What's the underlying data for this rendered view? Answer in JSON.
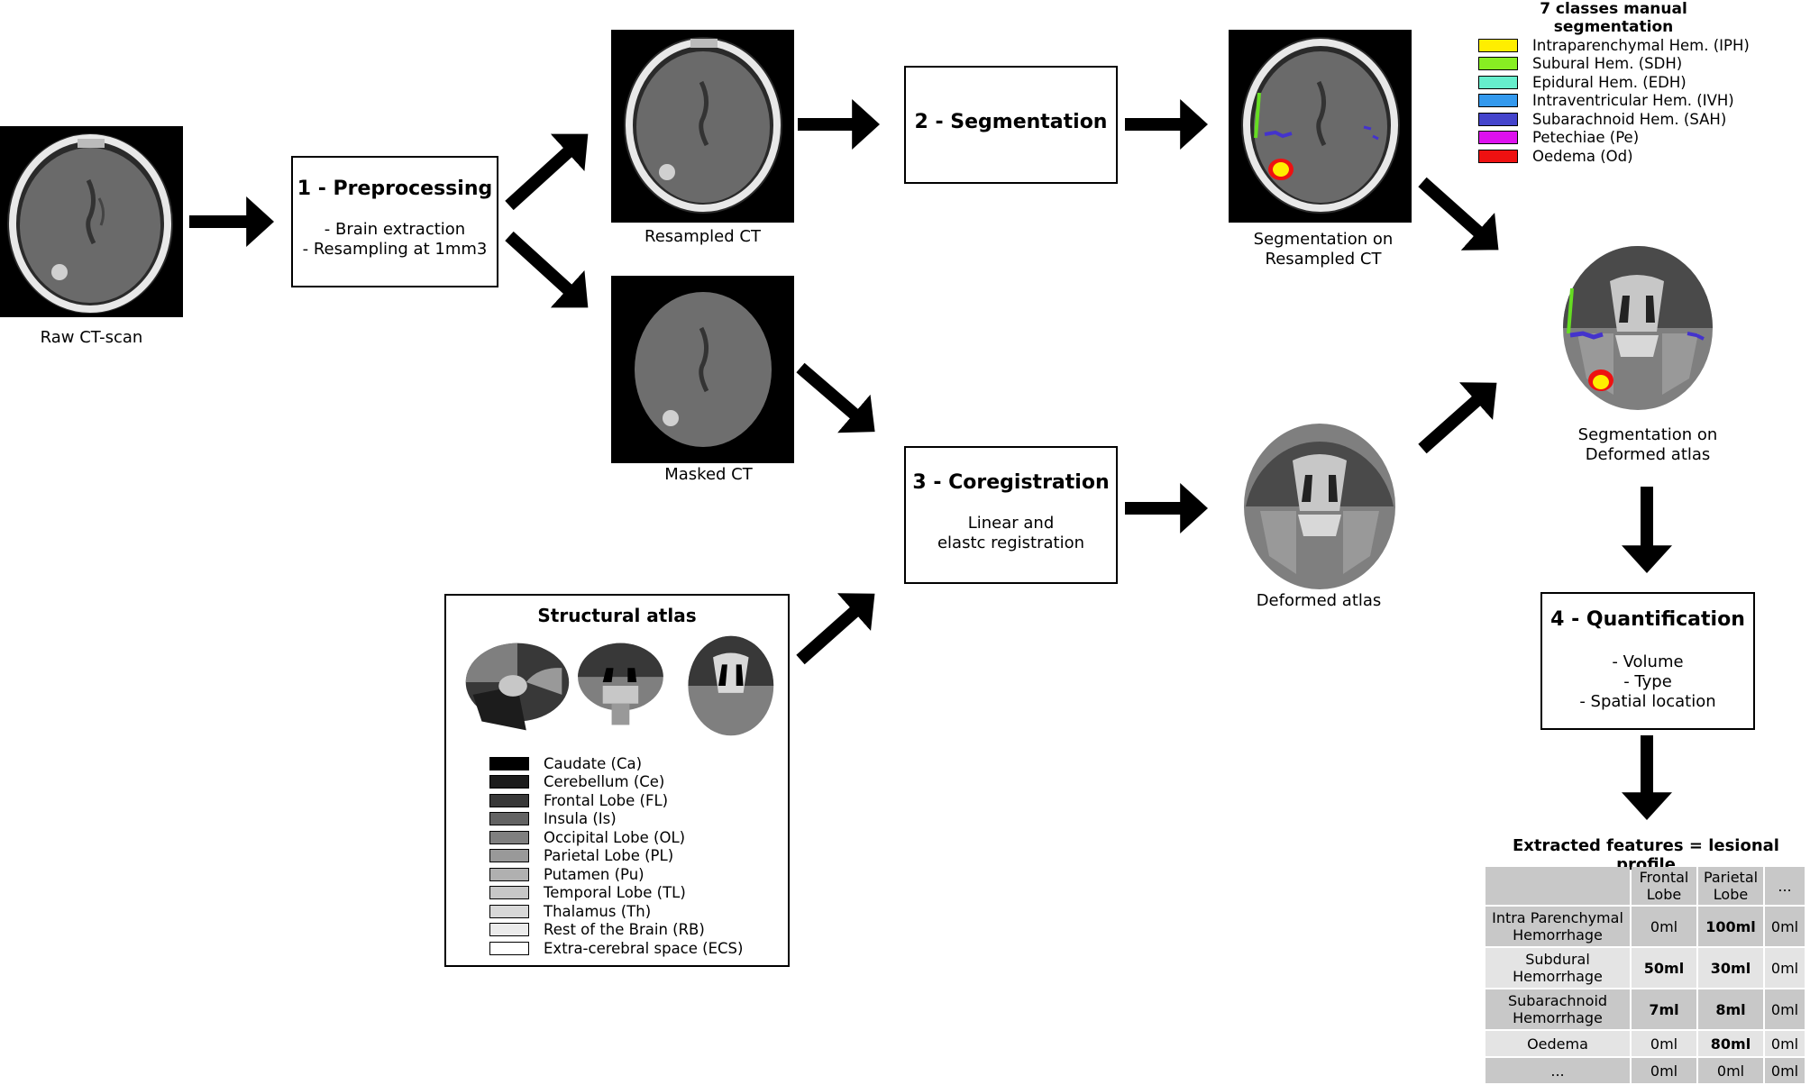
{
  "captions": {
    "raw": "Raw CT-scan",
    "resampled": "Resampled CT",
    "masked": "Masked CT",
    "seg_resampled": [
      "Segmentation on",
      "Resampled CT"
    ],
    "deformed": "Deformed atlas",
    "seg_deformed": [
      "Segmentation on",
      "Deformed atlas"
    ]
  },
  "steps": {
    "preprocessing": {
      "title": "1 - Preprocessing",
      "lines": [
        "- Brain extraction",
        "- Resampling at 1mm3"
      ]
    },
    "segmentation": {
      "title": "2 - Segmentation"
    },
    "coregistration": {
      "title": "3 - Coregistration",
      "lines": [
        "Linear and",
        "elastc registration"
      ]
    },
    "quantification": {
      "title": "4 - Quantification",
      "lines": [
        "- Volume",
        "- Type",
        "- Spatial location"
      ]
    }
  },
  "seg_legend": {
    "title": "7 classes manual segmentation",
    "items": [
      {
        "label": "Intraparenchymal Hem. (IPH)",
        "color": "#ffee00"
      },
      {
        "label": "Subural Hem. (SDH)",
        "color": "#88ee22"
      },
      {
        "label": "Epidural Hem. (EDH)",
        "color": "#66eecc"
      },
      {
        "label": "Intraventricular Hem. (IVH)",
        "color": "#3399ee"
      },
      {
        "label": "Subarachnoid Hem. (SAH)",
        "color": "#4444cc"
      },
      {
        "label": "Petechiae (Pe)",
        "color": "#dd11ee"
      },
      {
        "label": "Oedema (Od)",
        "color": "#ee1111"
      }
    ]
  },
  "atlas": {
    "title": "Structural atlas",
    "items": [
      {
        "label": "Caudate (Ca)",
        "color": "#000000"
      },
      {
        "label": "Cerebellum (Ce)",
        "color": "#1c1c1c"
      },
      {
        "label": "Frontal Lobe (FL)",
        "color": "#383838"
      },
      {
        "label": "Insula (Is)",
        "color": "#636363"
      },
      {
        "label": "Occipital Lobe (OL)",
        "color": "#7f7f7f"
      },
      {
        "label": "Parietal Lobe (PL)",
        "color": "#999999"
      },
      {
        "label": "Putamen (Pu)",
        "color": "#b0b0b0"
      },
      {
        "label": "Temporal Lobe (TL)",
        "color": "#c7c7c7"
      },
      {
        "label": "Thalamus (Th)",
        "color": "#d8d8d8"
      },
      {
        "label": "Rest of the Brain (RB)",
        "color": "#ebebeb"
      },
      {
        "label": "Extra-cerebral space (ECS)",
        "color": "#ffffff"
      }
    ]
  },
  "features": {
    "title": "Extracted features = lesional profile",
    "columns": [
      {
        "lines": [
          "Frontal",
          "Lobe"
        ]
      },
      {
        "lines": [
          "Parietal",
          "Lobe"
        ]
      },
      {
        "lines": [
          "...",
          ""
        ]
      }
    ],
    "rows": [
      {
        "lines": [
          "Intra Parenchymal",
          "Hemorrhage"
        ],
        "cells": [
          {
            "v": "0ml",
            "bold": false
          },
          {
            "v": "100ml",
            "bold": true
          },
          {
            "v": "0ml",
            "bold": false
          }
        ]
      },
      {
        "lines": [
          "Subdural",
          "Hemorrhage"
        ],
        "cells": [
          {
            "v": "50ml",
            "bold": true
          },
          {
            "v": "30ml",
            "bold": true
          },
          {
            "v": "0ml",
            "bold": false
          }
        ]
      },
      {
        "lines": [
          "Subarachnoid",
          "Hemorrhage"
        ],
        "cells": [
          {
            "v": "7ml",
            "bold": true
          },
          {
            "v": "8ml",
            "bold": true
          },
          {
            "v": "0ml",
            "bold": false
          }
        ]
      },
      {
        "lines": [
          "Oedema",
          ""
        ],
        "cells": [
          {
            "v": "0ml",
            "bold": false
          },
          {
            "v": "80ml",
            "bold": true
          },
          {
            "v": "0ml",
            "bold": false
          }
        ]
      },
      {
        "lines": [
          "...",
          ""
        ],
        "cells": [
          {
            "v": "0ml",
            "bold": false
          },
          {
            "v": "0ml",
            "bold": false
          },
          {
            "v": "0ml",
            "bold": false
          }
        ]
      }
    ]
  }
}
